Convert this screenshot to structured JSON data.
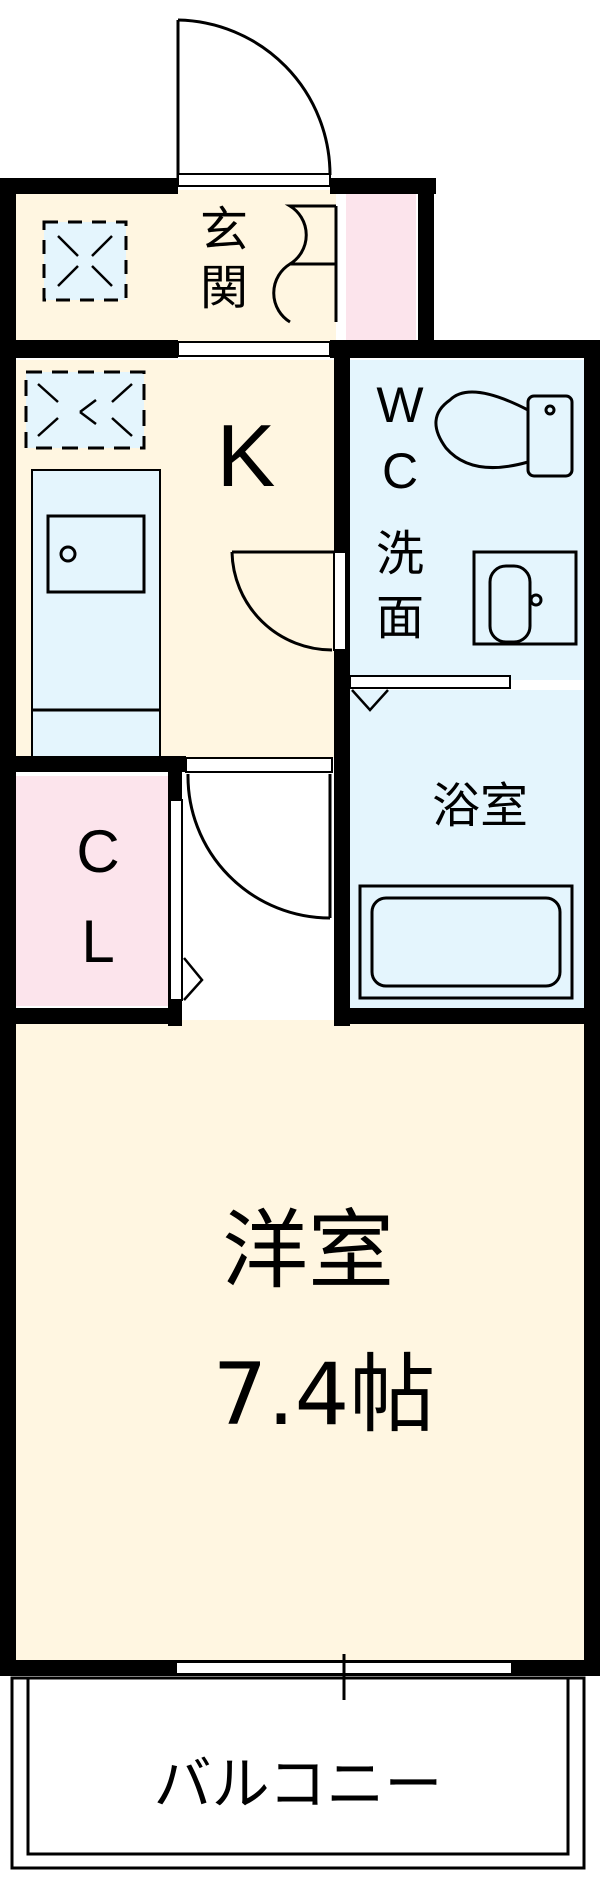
{
  "rooms": {
    "genkan": {
      "label_line1": "玄",
      "label_line2": "関"
    },
    "kitchen": {
      "label": "K"
    },
    "wc": {
      "label_line1": "W",
      "label_line2": "C"
    },
    "senmen": {
      "label_line1": "洗",
      "label_line2": "面"
    },
    "bath": {
      "label": "浴室"
    },
    "closet": {
      "label_line1": "C",
      "label_line2": "L"
    },
    "western_room": {
      "label": "洋室",
      "size": "7.4帖"
    },
    "balcony": {
      "label": "バルコニー"
    }
  },
  "colors": {
    "wall": "#000000",
    "floor_beige": "#fff6e1",
    "water_blue": "#e4f5fd",
    "closet_pink": "#fce4ec",
    "fixture_line": "#000000"
  }
}
